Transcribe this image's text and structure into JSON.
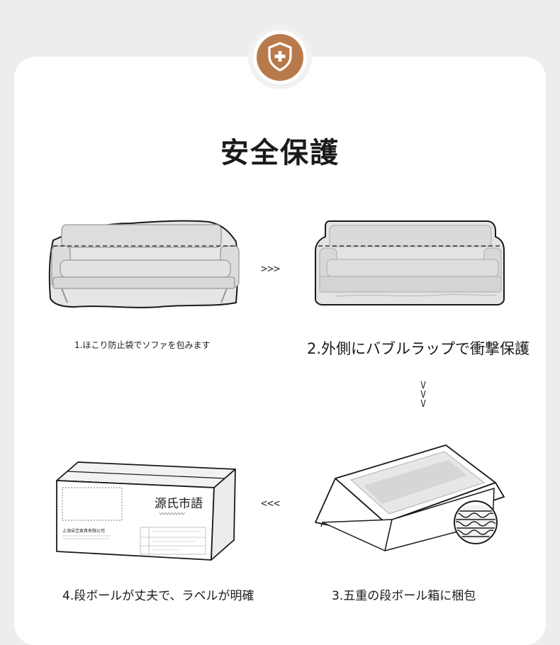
{
  "header": {
    "title": "安全保護",
    "badge_icon": "shield-plus-icon",
    "accent_color": "#b97a4b"
  },
  "steps": [
    {
      "label": "1.ほこり防止袋でソファを包みます"
    },
    {
      "label": "2.外側にバブルラップで衝撃保護"
    },
    {
      "label": "3.五重の段ボール箱に梱包"
    },
    {
      "label": "4.段ボールが丈夫で、ラベルが明確"
    }
  ],
  "arrows": {
    "step1_to_2": ">>>",
    "step2_to_3": [
      "V",
      "V",
      "V"
    ],
    "step3_to_4": "<<<"
  },
  "box_label": {
    "brand": "源氏市語",
    "company": "上海朵艺家具有限公司"
  }
}
